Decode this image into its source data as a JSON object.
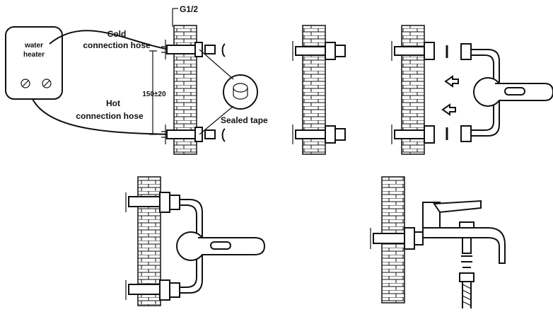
{
  "labels": {
    "heater_line1": "water",
    "heater_line2": "heater",
    "g_size": "G1/2",
    "cold_line1": "Cold",
    "cold_line2": "connection hose",
    "hot_line1": "Hot",
    "hot_line2": "connection hose",
    "dimension": "150±20",
    "sealed_tape": "Sealed tape"
  },
  "colors": {
    "ink": "#111111",
    "background": "#ffffff"
  },
  "icons": [
    "rotate-arrow-icon",
    "push-arrow-icon",
    "tape-roll-icon",
    "threaded-hose-icon"
  ]
}
